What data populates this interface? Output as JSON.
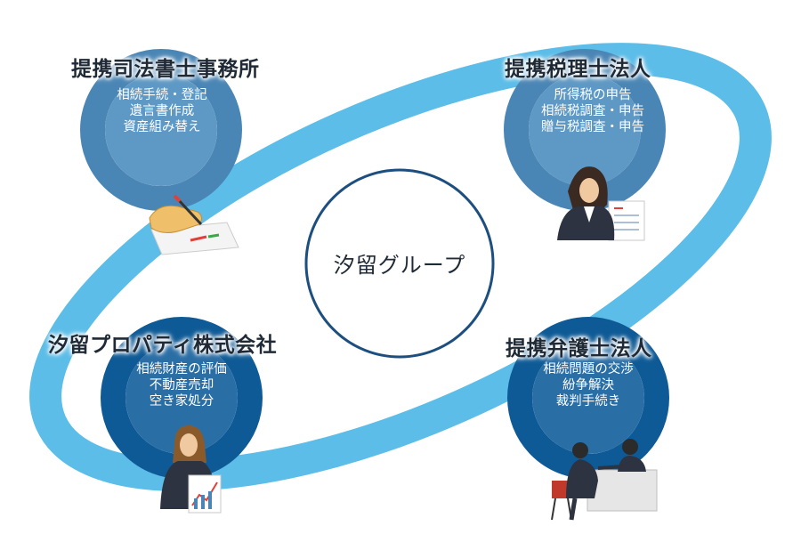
{
  "center": {
    "label": "汐留グループ"
  },
  "nodes": [
    {
      "id": "judicial",
      "title": "提携司法書士事務所",
      "lines": [
        "相続手続・登記",
        "遺言書作成",
        "資産組み替え"
      ]
    },
    {
      "id": "tax",
      "title": "提携税理士法人",
      "lines": [
        "所得税の申告",
        "相続税調査・申告",
        "贈与税調査・申告"
      ]
    },
    {
      "id": "property",
      "title": "汐留プロパティ株式会社",
      "lines": [
        "相続財産の評価",
        "不動産売却",
        "空き家処分"
      ]
    },
    {
      "id": "legal",
      "title": "提携弁護士法人",
      "lines": [
        "相続問題の交渉",
        "紛争解決",
        "裁判手続き"
      ]
    }
  ],
  "colors": {
    "ellipse": "#5bbde8",
    "ring_top": "#4a86b5",
    "ring_top_light": "#5e98c4",
    "ring_bottom": "#0e5a96",
    "ring_bottom_light": "#2a6ea6",
    "center_border": "#1c4f7f"
  },
  "icons": [
    "writing-hand-icon",
    "businesswoman-icon",
    "businesswoman-chart-icon",
    "meeting-icon"
  ]
}
